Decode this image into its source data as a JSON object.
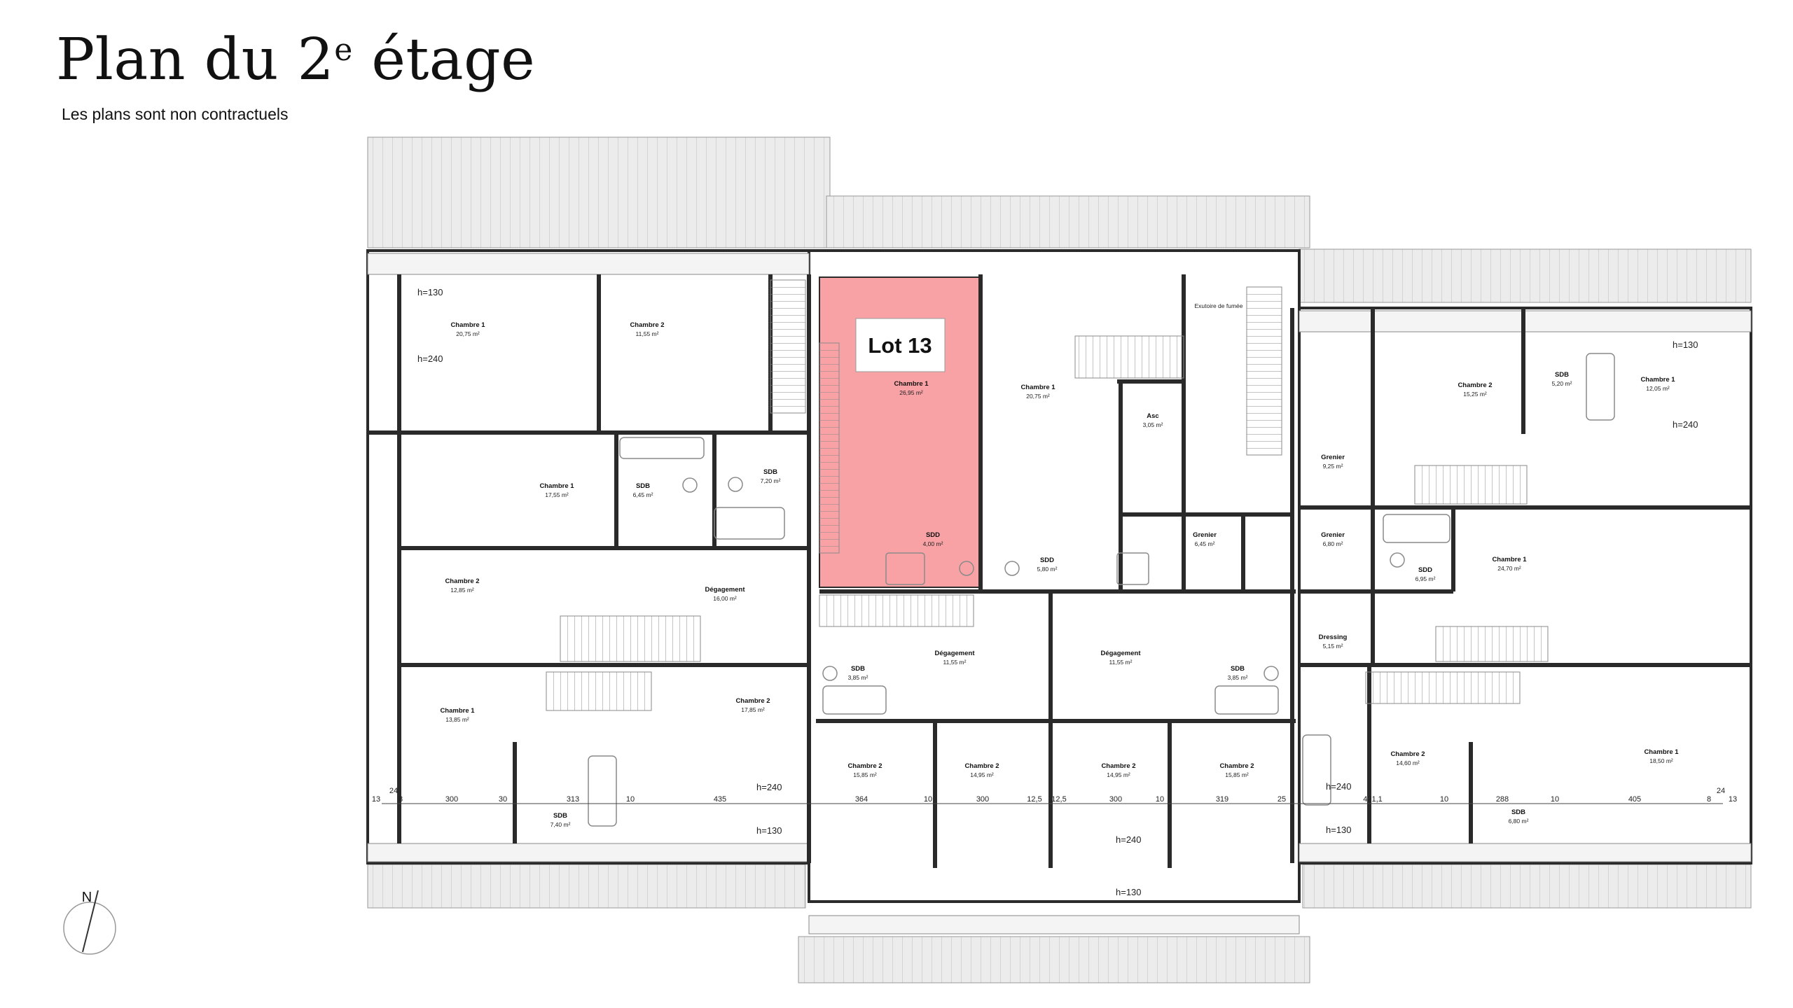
{
  "header": {
    "title_main": "Plan du 2",
    "title_sup": "e",
    "title_end": " étage",
    "subtitle": "Les plans sont non contractuels"
  },
  "lot": {
    "label": "Lot 13",
    "highlight_color": "#f8a2a5"
  },
  "rooms": [
    {
      "name": "Chambre 1",
      "area": "20,75 m²"
    },
    {
      "name": "Chambre 2",
      "area": "11,55 m²"
    },
    {
      "name": "Chambre 1",
      "area": "26,95 m²"
    },
    {
      "name": "Chambre 1",
      "area": "20,75 m²"
    },
    {
      "name": "Asc",
      "area": "3,05 m²"
    },
    {
      "name": "Exutoire de fumée",
      "area": ""
    },
    {
      "name": "Grenier",
      "area": "9,25 m²"
    },
    {
      "name": "Chambre 2",
      "area": "15,25 m²"
    },
    {
      "name": "SDB",
      "area": "5,20 m²"
    },
    {
      "name": "Chambre 1",
      "area": "12,05 m²"
    },
    {
      "name": "Chambre 1",
      "area": "17,55 m²"
    },
    {
      "name": "SDB",
      "area": "6,45 m²"
    },
    {
      "name": "SDB",
      "area": "7,20 m²"
    },
    {
      "name": "SDD",
      "area": "4,00 m²"
    },
    {
      "name": "SDD",
      "area": "5,80 m²"
    },
    {
      "name": "Grenier",
      "area": "6,45 m²"
    },
    {
      "name": "Grenier",
      "area": "6,80 m²"
    },
    {
      "name": "SDD",
      "area": "6,95 m²"
    },
    {
      "name": "Chambre 1",
      "area": "24,70 m²"
    },
    {
      "name": "Chambre 2",
      "area": "12,85 m²"
    },
    {
      "name": "Dégagement",
      "area": "16,00 m²"
    },
    {
      "name": "SDB",
      "area": "3,85 m²"
    },
    {
      "name": "Dégagement",
      "area": "11,55 m²"
    },
    {
      "name": "Dégagement",
      "area": "11,55 m²"
    },
    {
      "name": "SDB",
      "area": "3,85 m²"
    },
    {
      "name": "Dressing",
      "area": "5,15 m²"
    },
    {
      "name": "Chambre 1",
      "area": "13,85 m²"
    },
    {
      "name": "Chambre 2",
      "area": "17,85 m²"
    },
    {
      "name": "Chambre 2",
      "area": "15,85 m²"
    },
    {
      "name": "Chambre 2",
      "area": "14,95 m²"
    },
    {
      "name": "Chambre 2",
      "area": "14,95 m²"
    },
    {
      "name": "Chambre 2",
      "area": "15,85 m²"
    },
    {
      "name": "Chambre 2",
      "area": "14,60 m²"
    },
    {
      "name": "Chambre 1",
      "area": "18,50 m²"
    },
    {
      "name": "SDB",
      "area": "7,40 m²"
    },
    {
      "name": "SDB",
      "area": "6,80 m²"
    }
  ],
  "heights": [
    "h=130",
    "h=240",
    "h=130",
    "h=240",
    "h=240",
    "h=130",
    "h=240",
    "h=130",
    "h=240",
    "h=130"
  ],
  "dimensions": [
    "13",
    "24",
    "8",
    "300",
    "30",
    "313",
    "10",
    "435",
    "364",
    "10",
    "300",
    "12,5",
    "12,5",
    "300",
    "10",
    "319",
    "25",
    "421,1",
    "10",
    "288",
    "10",
    "405",
    "8",
    "24",
    "13"
  ],
  "compass": {
    "label": "N",
    "icon": "north-arrow-icon"
  },
  "colors": {
    "wall": "#2a2a2a",
    "wall_fill": "#cccccc",
    "roof": "#e6e6e6",
    "highlight": "#f8a2a5",
    "thin_line": "#8a8a8a"
  }
}
